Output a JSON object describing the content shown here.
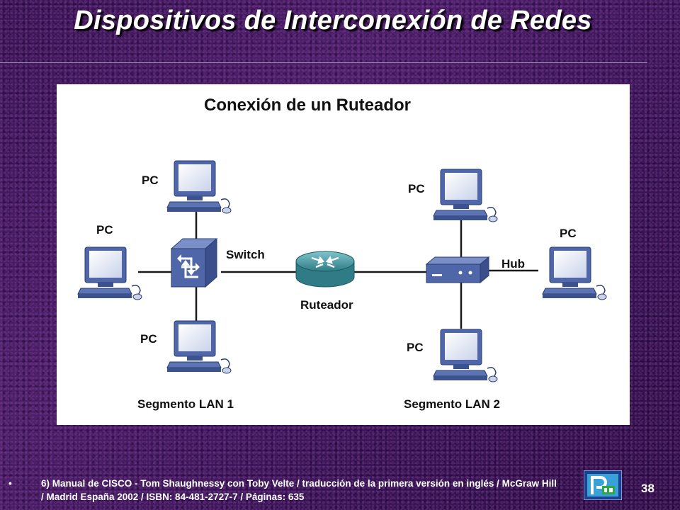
{
  "slide": {
    "title": "Dispositivos de Interconexión de Redes",
    "page_number": "38",
    "bullet": "•",
    "reference": "6) Manual de CISCO - Tom Shaughnessy con Toby Velte / traducción de la primera versión en inglés / McGraw Hill / Madrid España 2002 / ISBN: 84-481-2727-7 / Páginas: 635"
  },
  "diagram": {
    "title": "Conexión de un Ruteador",
    "labels": {
      "pc_top_left": "PC",
      "pc_left": "PC",
      "pc_bottom_left": "PC",
      "pc_top_right": "PC",
      "pc_right": "PC",
      "pc_bottom_right": "PC",
      "switch": "Switch",
      "router": "Ruteador",
      "hub": "Hub",
      "segment1": "Segmento LAN 1",
      "segment2": "Segmento LAN 2"
    },
    "colors": {
      "device_blue": "#4f67a8",
      "router_teal": "#3d8f98",
      "line": "#1a1a1a"
    }
  }
}
